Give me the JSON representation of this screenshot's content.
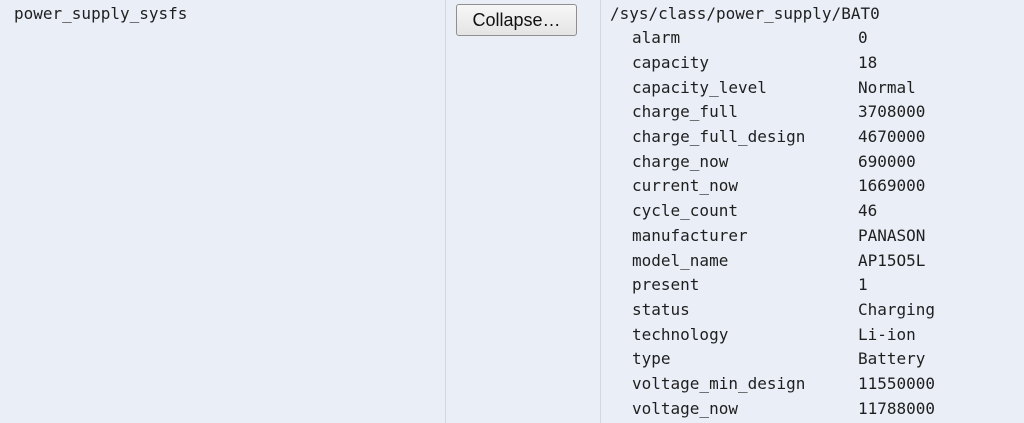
{
  "entry": {
    "name": "power_supply_sysfs",
    "button_label": "Collapse…",
    "path": "/sys/class/power_supply/BAT0"
  },
  "attributes": [
    {
      "key": "alarm",
      "value": "0"
    },
    {
      "key": "capacity",
      "value": "18"
    },
    {
      "key": "capacity_level",
      "value": "Normal"
    },
    {
      "key": "charge_full",
      "value": "3708000"
    },
    {
      "key": "charge_full_design",
      "value": "4670000"
    },
    {
      "key": "charge_now",
      "value": "690000"
    },
    {
      "key": "current_now",
      "value": "1669000"
    },
    {
      "key": "cycle_count",
      "value": "46"
    },
    {
      "key": "manufacturer",
      "value": "PANASON"
    },
    {
      "key": "model_name",
      "value": "AP15O5L"
    },
    {
      "key": "present",
      "value": "1"
    },
    {
      "key": "status",
      "value": "Charging"
    },
    {
      "key": "technology",
      "value": "Li-ion"
    },
    {
      "key": "type",
      "value": "Battery"
    },
    {
      "key": "voltage_min_design",
      "value": "11550000"
    },
    {
      "key": "voltage_now",
      "value": "11788000"
    }
  ],
  "colors": {
    "cell_background": "#e9eef7",
    "separator": "#d2d8e2",
    "text": "#1f1f1f"
  }
}
